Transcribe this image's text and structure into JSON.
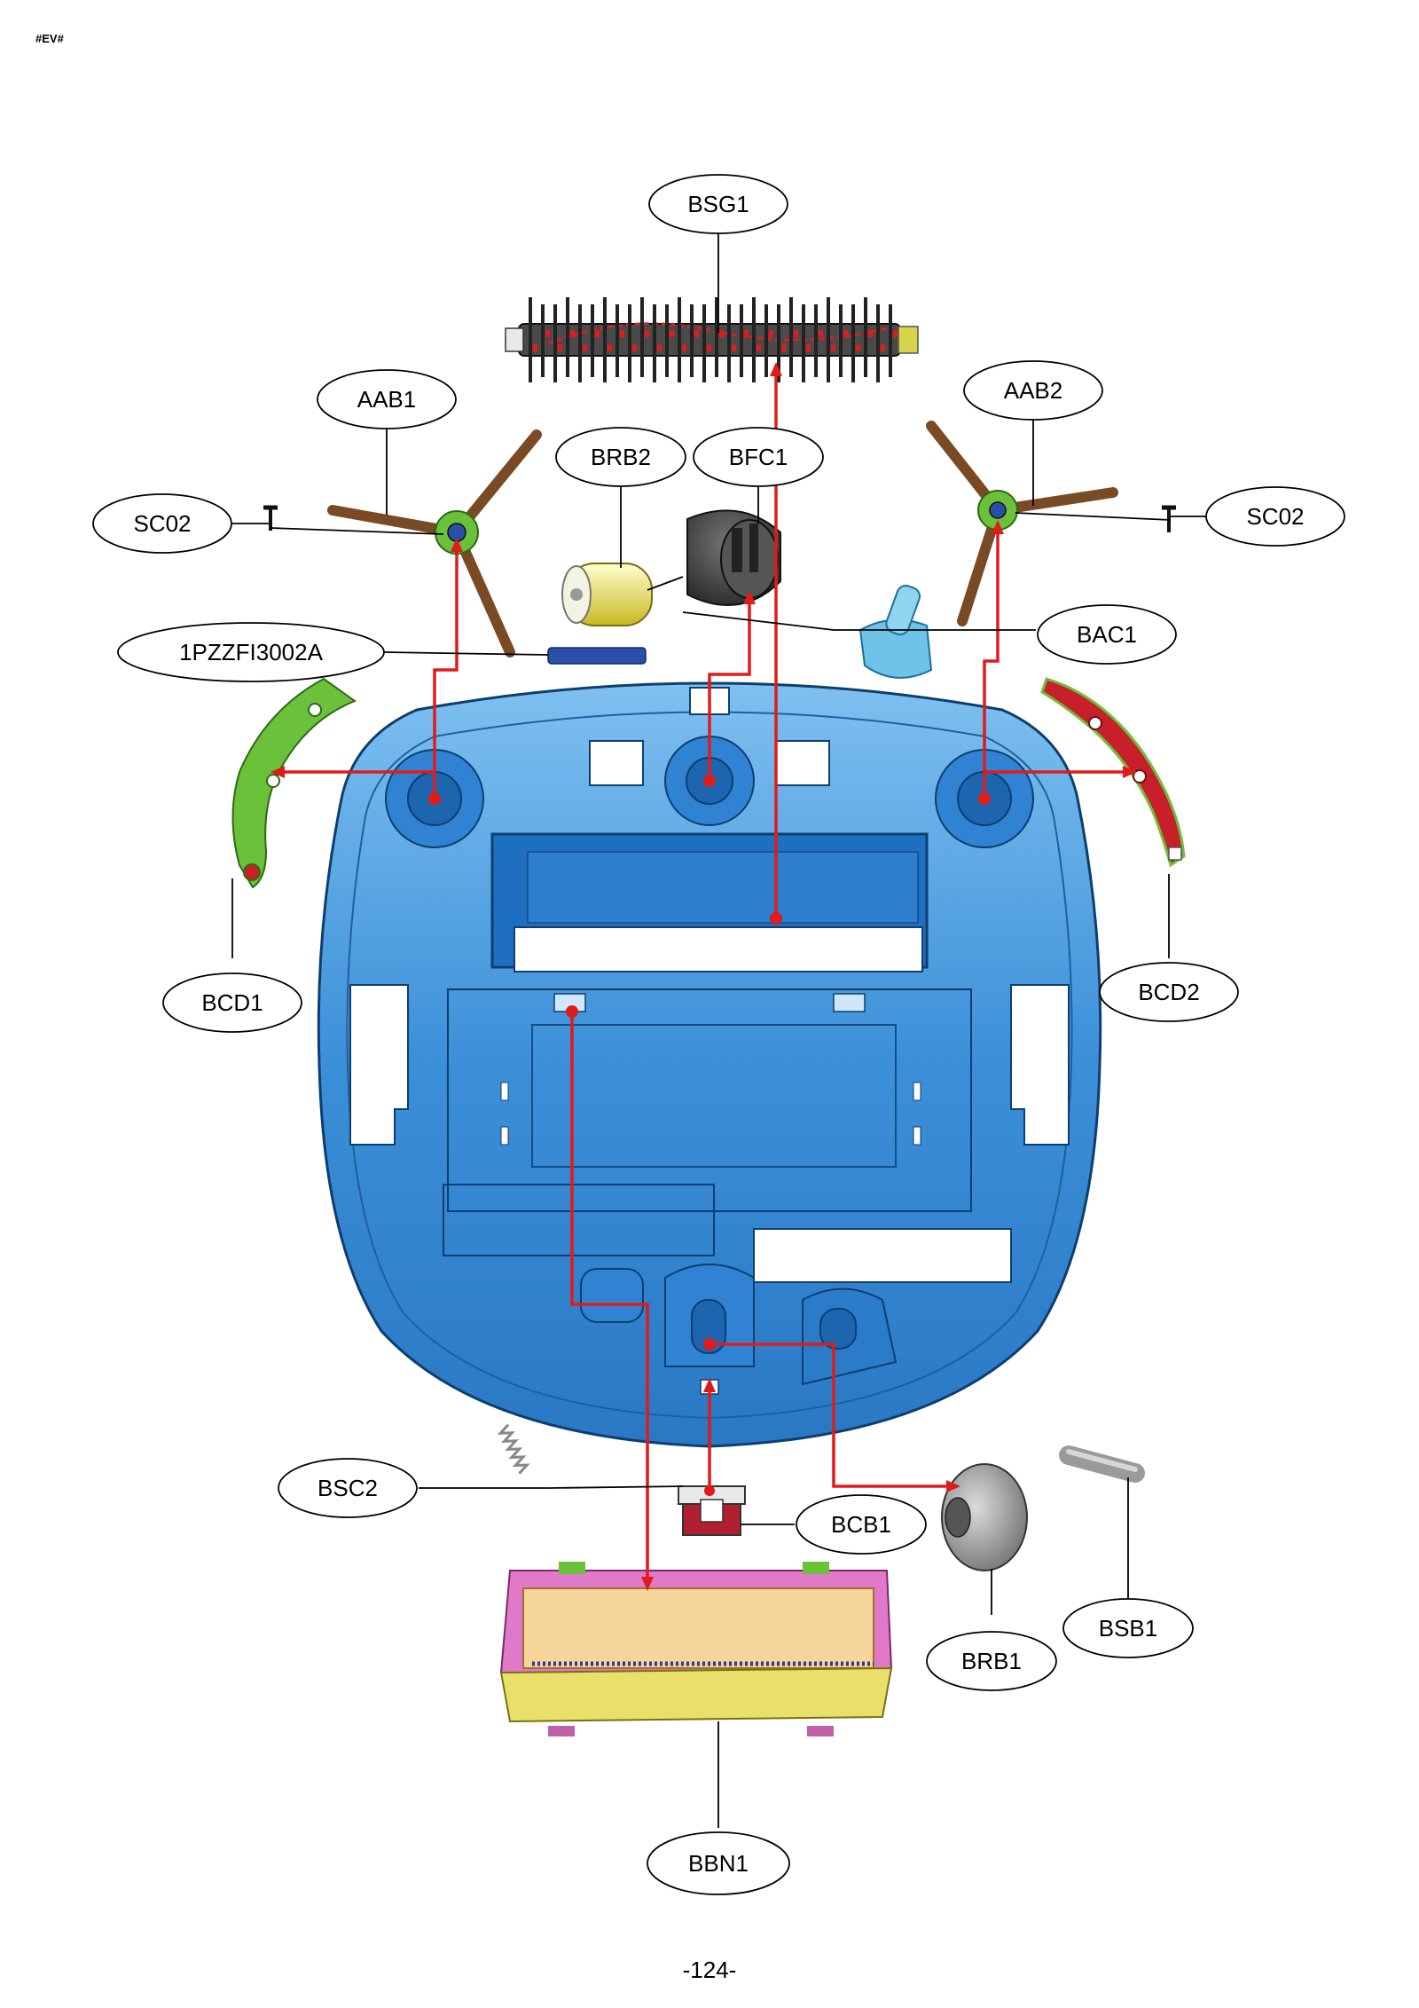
{
  "header_tag": "#EV#",
  "page_number": "-124-",
  "callouts": {
    "bsg1": "BSG1",
    "aab1": "AAB1",
    "aab2": "AAB2",
    "brb2": "BRB2",
    "bfc1": "BFC1",
    "sc02_left": "SC02",
    "sc02_right": "SC02",
    "bac1": "BAC1",
    "part_1pzzfi": "1PZZFI3002A",
    "bcd1": "BCD1",
    "bcd2": "BCD2",
    "bsc2": "BSC2",
    "bcb1": "BCB1",
    "brb1": "BRB1",
    "bsb1": "BSB1",
    "bbn1": "BBN1"
  },
  "colors": {
    "housing": "#3b8fd8",
    "housing_dark": "#1f6fb8",
    "leader_red": "#e01b1b",
    "brush_green": "#6cc13a",
    "bumper_red": "#c8202a",
    "bristle_brown": "#7a4a25",
    "filter_pink": "#e07ac8",
    "filter_yellow": "#e8e06a"
  }
}
